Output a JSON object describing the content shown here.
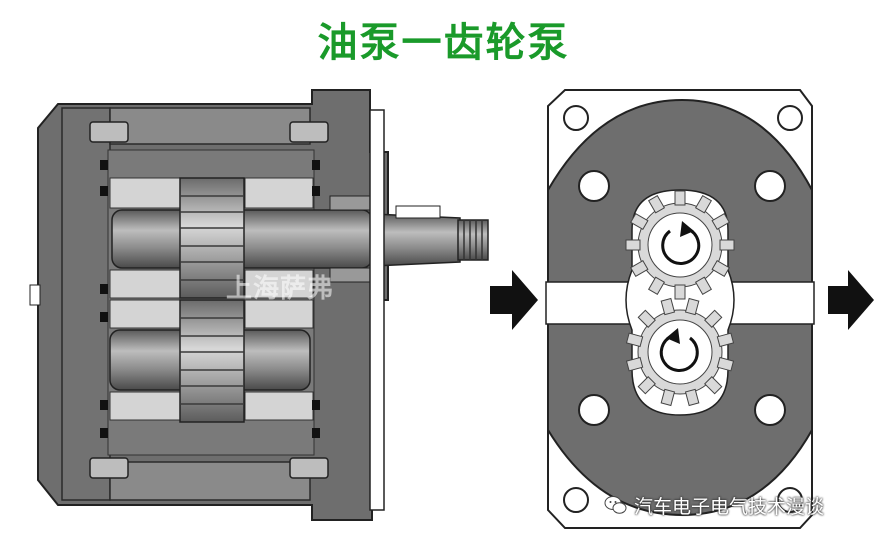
{
  "title": "油泵一齿轮泵",
  "watermark": "上海萨弗",
  "credit": {
    "text": "汽车电子电气技术漫谈",
    "icon": "wechat-icon"
  },
  "colors": {
    "title": "#1a9a2a",
    "housing": "#6e6e6e",
    "housing_dark": "#505050",
    "shaft": "#8a8a8a",
    "gear_light": "#dcdcdc",
    "arrow": "#111111"
  },
  "figures": [
    {
      "name": "cross-section-side-view"
    },
    {
      "name": "front-view-with-gears"
    }
  ]
}
